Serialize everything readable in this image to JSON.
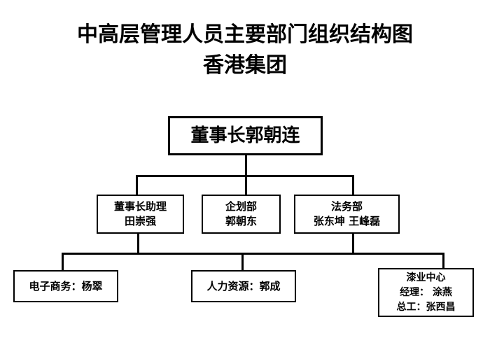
{
  "chart_data": {
    "type": "diagram",
    "diagram_type": "org-chart",
    "title_lines": [
      "中高层管理人员主要部门组织结构图",
      "香港集团"
    ],
    "nodes": [
      {
        "id": "chairman",
        "level": 1,
        "lines": [
          "董事长郭朝连"
        ]
      },
      {
        "id": "assistant",
        "level": 2,
        "lines": [
          "董事长助理",
          "田崇强"
        ]
      },
      {
        "id": "planning",
        "level": 2,
        "lines": [
          "企划部",
          "郭朝东"
        ]
      },
      {
        "id": "legal",
        "level": 2,
        "lines": [
          "法务部",
          "张东坤 王峰磊"
        ]
      },
      {
        "id": "ecommerce",
        "level": 3,
        "lines": [
          "电子商务：杨翠"
        ]
      },
      {
        "id": "hr",
        "level": 3,
        "lines": [
          "人力资源：郭成"
        ]
      },
      {
        "id": "paint",
        "level": 3,
        "lines": [
          "漆业中心",
          "经理： 涂燕",
          "总工：张西昌"
        ]
      }
    ],
    "edges": [
      {
        "from": "chairman",
        "to": "assistant"
      },
      {
        "from": "chairman",
        "to": "planning"
      },
      {
        "from": "chairman",
        "to": "legal"
      },
      {
        "from": "assistant",
        "to": "ecommerce"
      },
      {
        "from": "assistant",
        "to": "hr"
      },
      {
        "from": "legal",
        "to": "paint"
      }
    ],
    "colors": {
      "background": "#ffffff",
      "line": "#000000",
      "text": "#000000",
      "box_fill": "#ffffff"
    }
  },
  "title": {
    "line1": "中高层管理人员主要部门组织结构图",
    "line2": "香港集团"
  },
  "nodes": {
    "chairman": {
      "line1": "董事长郭朝连"
    },
    "assistant": {
      "line1": "董事长助理",
      "line2": "田崇强"
    },
    "planning": {
      "line1": "企划部",
      "line2": "郭朝东"
    },
    "legal": {
      "line1": "法务部",
      "line2": "张东坤 王峰磊"
    },
    "ecommerce": {
      "line1": "电子商务：杨翠"
    },
    "hr": {
      "line1": "人力资源：郭成"
    },
    "paint": {
      "line1": "漆业中心",
      "line2": "经理： 涂燕",
      "line3": "总工：张西昌"
    }
  }
}
